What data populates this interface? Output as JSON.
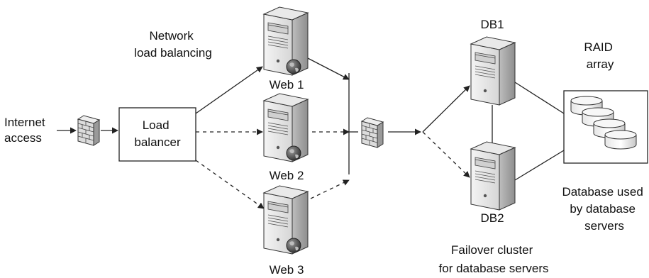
{
  "labels": {
    "internet_access": [
      "Internet",
      "access"
    ],
    "network_lb": [
      "Network",
      "load balancing"
    ],
    "load_balancer": [
      "Load",
      "balancer"
    ],
    "web1": "Web 1",
    "web2": "Web 2",
    "web3": "Web 3",
    "db1": "DB1",
    "db2": "DB2",
    "raid": [
      "RAID",
      "array"
    ],
    "database_used": [
      "Database used",
      "by database",
      "servers"
    ],
    "failover": [
      "Failover cluster",
      "for database servers"
    ]
  },
  "icons": {
    "firewall": "firewall-icon",
    "server": "server-tower-icon",
    "globe": "globe-icon",
    "disk": "disk-platter-icon"
  }
}
